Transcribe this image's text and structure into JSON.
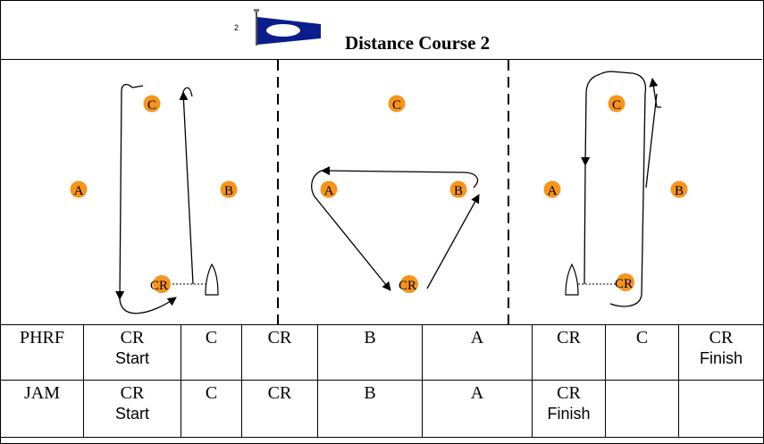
{
  "header": {
    "flag_number": "2",
    "title": "Distance Course 2"
  },
  "marks": {
    "a": "A",
    "b": "B",
    "c": "C",
    "cr": "CR"
  },
  "colors": {
    "mark_fill": "#f7941d",
    "flag_blue": "#0b1d8c"
  },
  "rows": [
    {
      "label": "PHRF",
      "cells": [
        {
          "mark": "CR",
          "sub": "Start"
        },
        {
          "mark": "C",
          "sub": ""
        },
        {
          "mark": "CR",
          "sub": ""
        },
        {
          "mark": "B",
          "sub": ""
        },
        {
          "mark": "A",
          "sub": ""
        },
        {
          "mark": "CR",
          "sub": ""
        },
        {
          "mark": "C",
          "sub": ""
        },
        {
          "mark": "CR",
          "sub": "Finish"
        }
      ]
    },
    {
      "label": "JAM",
      "cells": [
        {
          "mark": "CR",
          "sub": "Start"
        },
        {
          "mark": "C",
          "sub": ""
        },
        {
          "mark": "CR",
          "sub": ""
        },
        {
          "mark": "B",
          "sub": ""
        },
        {
          "mark": "A",
          "sub": ""
        },
        {
          "mark": "CR",
          "sub": "Finish"
        },
        {
          "mark": "",
          "sub": ""
        },
        {
          "mark": "",
          "sub": ""
        }
      ]
    }
  ]
}
